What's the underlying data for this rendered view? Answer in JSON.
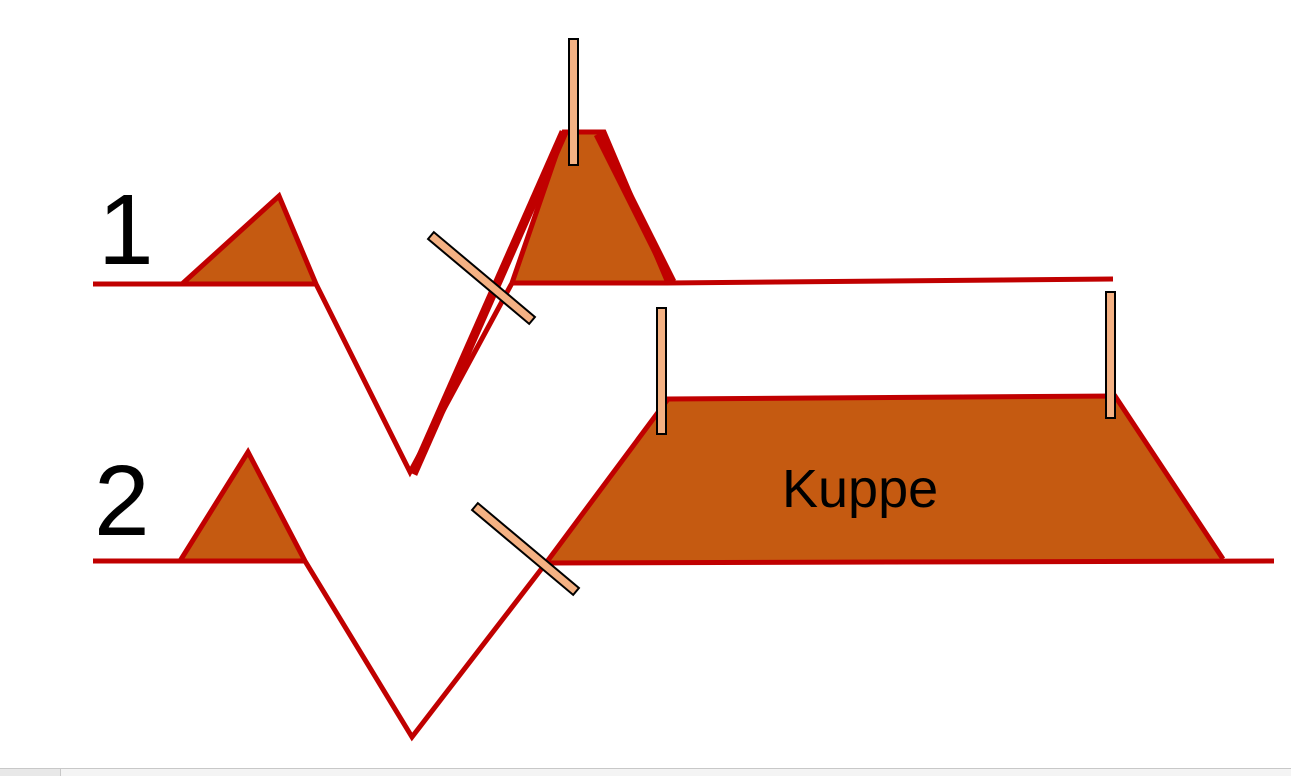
{
  "stages": [
    {
      "number": "1"
    },
    {
      "number": "2"
    }
  ],
  "mound_label": "Kuppe",
  "colors": {
    "line": "#c00000",
    "soil": "#c55a11",
    "stake_fill": "#f4b183",
    "stake_stroke": "#000000",
    "text": "#000000"
  }
}
